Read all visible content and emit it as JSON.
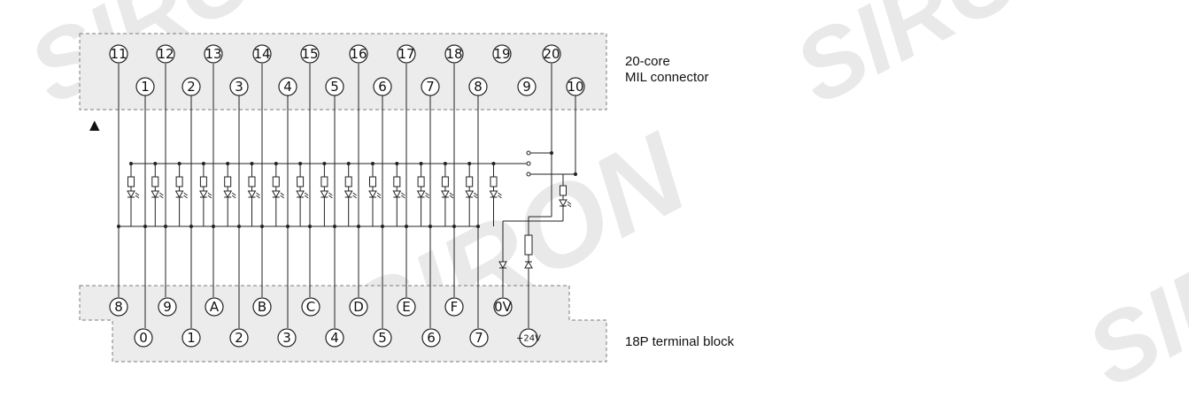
{
  "watermark": {
    "brand_text": "SIRON"
  },
  "mil_connector": {
    "label_line1": "20-core",
    "label_line2": "MIL connector",
    "top_row_pins": [
      "11",
      "12",
      "13",
      "14",
      "15",
      "16",
      "17",
      "18",
      "19",
      "20"
    ],
    "second_row_pins": [
      "1",
      "2",
      "3",
      "4",
      "5",
      "6",
      "7",
      "8",
      "9",
      "10"
    ],
    "pin1_marker": "▲"
  },
  "terminal_block": {
    "label": "18P terminal block",
    "upper_row_pins": [
      "8",
      "9",
      "A",
      "B",
      "C",
      "D",
      "E",
      "F",
      "0V"
    ],
    "lower_row_pins": [
      "0",
      "1",
      "2",
      "3",
      "4",
      "5",
      "6",
      "7",
      "+24V"
    ]
  },
  "colors": {
    "connector_fill": "#ececec",
    "connector_border": "#7d7d7d",
    "wire": "#222222",
    "watermark": "#e9e9e9"
  }
}
